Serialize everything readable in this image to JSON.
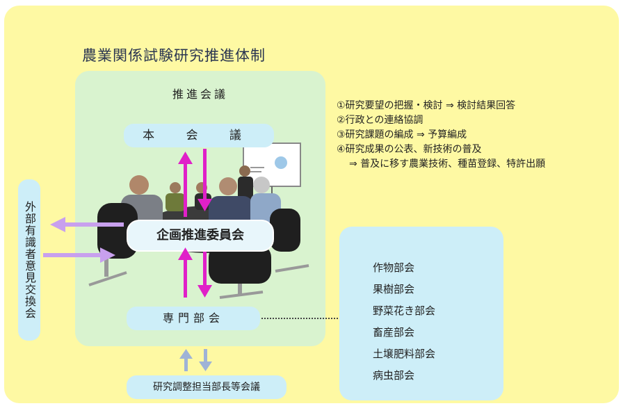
{
  "diagram": {
    "title": "農業関係試験研究推進体制",
    "suishin_kaigi": "推進会議",
    "hon_kaigi": "本 会 議",
    "kikaku": "企画推進委員会",
    "senmon_bukai": "専門部会",
    "chousei_kaigi": "研究調整担当部長等会議",
    "gaibu": "外部有識者意見交換会",
    "items": [
      "①研究要望の把握・検討 ⇒ 検討結果回答",
      "②行政との連絡協調",
      "③研究課題の編成 ⇒ 予算編成",
      "④研究成果の公表、新技術の普及",
      "⇒ 普及に移す農業技術、種苗登録、特許出願"
    ],
    "bukai": [
      "作物部会",
      "果樹部会",
      "野菜花き部会",
      "畜産部会",
      "土壌肥料部会",
      "病虫部会"
    ],
    "colors": {
      "background": "#fef9a3",
      "main_panel": "#d9f3cf",
      "pill": "#cdeef8",
      "arrow_magenta": "#e020c8",
      "arrow_lavender": "#c8a0ee",
      "arrow_steel": "#9fb3d6"
    }
  }
}
